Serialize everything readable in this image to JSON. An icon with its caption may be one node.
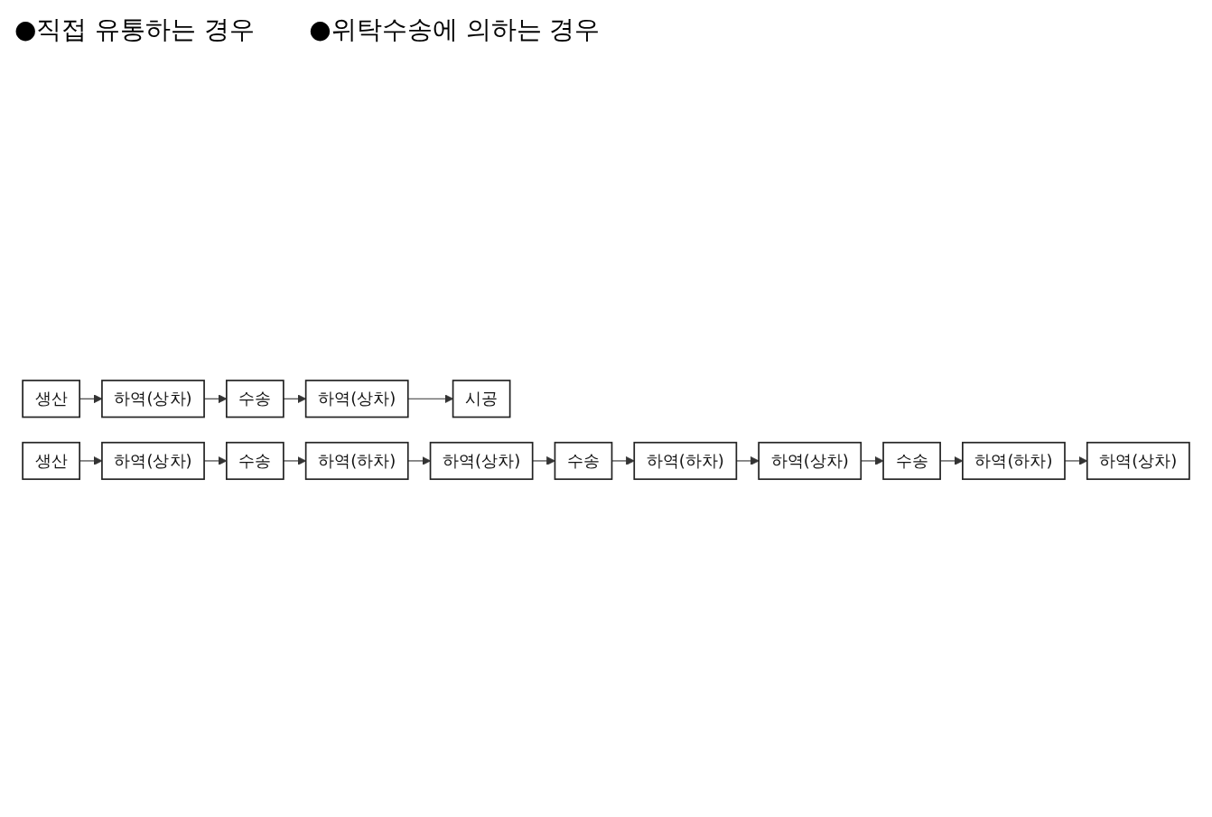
{
  "diagram": {
    "nodes": [
      {
        "text": [
          "생산"
        ]
      },
      {
        "text": [
          "하역(상차)"
        ]
      },
      {
        "text": [
          "수송"
        ]
      },
      {
        "text": [
          "하역(상차)"
        ]
      },
      {
        "text": [
          "시공"
        ]
      },
      {
        "text": [
          "생산"
        ]
      },
      {
        "text": [
          "하역(상차)"
        ]
      },
      {
        "text": [
          "수송"
        ]
      },
      {
        "text": [
          "하역(하차)"
        ]
      },
      {
        "text": [
          "하역(상차)"
        ]
      },
      {
        "text": [
          "수송"
        ]
      },
      {
        "text": [
          "하역(하차)"
        ]
      },
      {
        "text": [
          "하역(상차)"
        ]
      },
      {
        "text": [
          "수송"
        ]
      },
      {
        "text": [
          "하역(하차)"
        ]
      },
      {
        "text": [
          "하역(상차)"
        ]
      }
    ],
    "edges": [
      {
        "from": 0,
        "to": 1,
        "arrow": "to"
      },
      {
        "from": 1,
        "to": 2,
        "arrow": "to"
      },
      {
        "from": 2,
        "to": 3,
        "arrow": "to"
      },
      {
        "from": 3,
        "to": 4,
        "arrow": "to"
      },
      {
        "from": 5,
        "to": 6,
        "arrow": "to"
      },
      {
        "from": 6,
        "to": 7,
        "arrow": "to"
      },
      {
        "from": 7,
        "to": 8,
        "arrow": "to"
      },
      {
        "from": 8,
        "to": 9,
        "arrow": "to"
      },
      {
        "from": 9,
        "to": 10,
        "arrow": "to"
      },
      {
        "from": 10,
        "to": 11,
        "arrow": "to"
      },
      {
        "from": 11,
        "to": 12,
        "arrow": "to"
      },
      {
        "from": 12,
        "to": 13,
        "arrow": "to"
      },
      {
        "from": 13,
        "to": 14,
        "arrow": "to"
      },
      {
        "from": 14,
        "to": 15,
        "arrow": "to"
      }
    ],
    "labels": [
      "●직접 유통하는 경우",
      "●위탁수송에 의하는 경우"
    ]
  }
}
